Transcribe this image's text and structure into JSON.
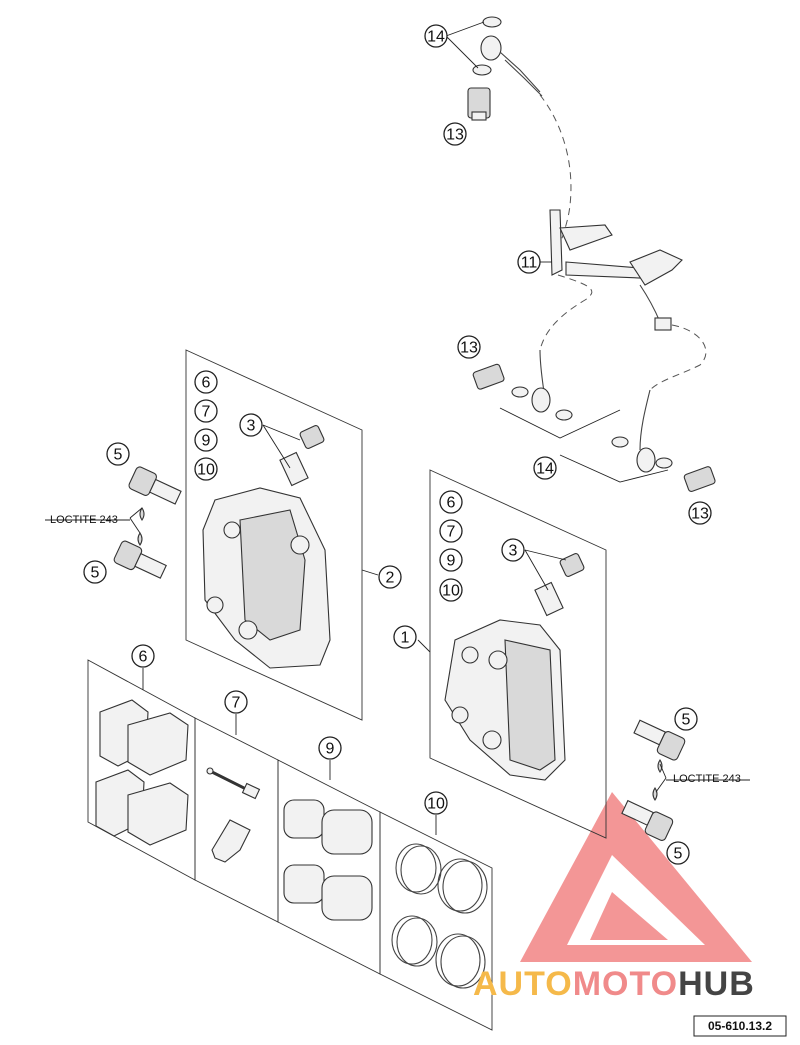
{
  "callouts": {
    "c14a": "14",
    "c13a": "13",
    "c11": "11",
    "c13b": "13",
    "c14b": "14",
    "c13c": "13",
    "c6a": "6",
    "c7a": "7",
    "c9a": "9",
    "c10a": "10",
    "c3a": "3",
    "c2": "2",
    "c5a": "5",
    "c5b": "5",
    "c6b": "6",
    "c7b": "7",
    "c9b": "9",
    "c10b": "10",
    "c3b": "3",
    "c1": "1",
    "c5c": "5",
    "c5d": "5",
    "c6c": "6",
    "c7c": "7",
    "c9c": "9",
    "c10c": "10"
  },
  "notes": {
    "loctite_left": "LOCTITE 243",
    "loctite_right": "LOCTITE 243"
  },
  "reference_code": "05-610.13.2",
  "watermark": {
    "part1": "AUTO",
    "part2": "MOTO",
    "part3": "HUB",
    "colors": {
      "part1": "#f5b94a",
      "part2": "#f08a8a",
      "part3": "#444444",
      "triangle": "#ef6b6b"
    }
  }
}
